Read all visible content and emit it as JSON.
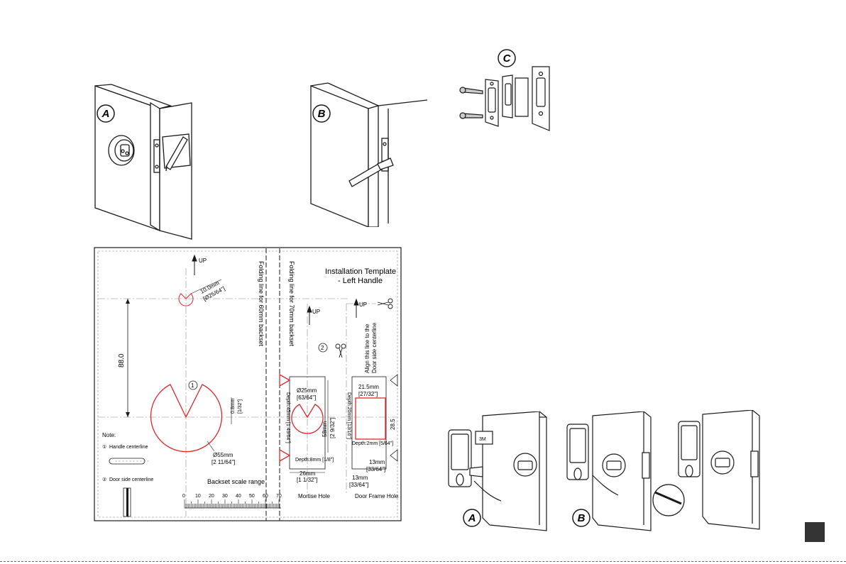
{
  "badges": {
    "a": "A",
    "b": "B",
    "c": "C",
    "a2": "A",
    "b2": "B"
  },
  "template": {
    "title_line1": "Installation Template",
    "title_line2": "- Left Handle",
    "up1": "UP",
    "up2": "UP",
    "up3": "UP",
    "fold60": "Folding line for 60mm backset",
    "fold70": "Folding line for 70mm backset",
    "align1": "Align this line to the",
    "align2": "Door side centerline",
    "dim_10mm": "10.0mm",
    "dim_10mm_in": "[Ø25/64\"]",
    "dim_88": "88.0",
    "dim_08mm": "0.8mm",
    "dim_08mm_in": "[1/32\"]",
    "dim_55mm": "Ø55mm",
    "dim_55mm_in": "[2 11/64\"]",
    "dim_25mm": "Ø25mm",
    "dim_25mm_in": "[63/64\"]",
    "depth_87": "Depth:8mm [1/8\"]",
    "depth_side_left": "Depth:45mm [1 49/64\"]",
    "dim_58mm": "58mm",
    "dim_58mm_in": "[2 9/32\"]",
    "depth_side_right": "Depth:20mm [13/16\"]",
    "dim_215": "21.5mm",
    "dim_215_in": "[27/32\"]",
    "dim_285": "28.5",
    "depth_2mm": "Depth:2mm [5/64\"]",
    "dim_26mm": "26mm",
    "dim_26mm_in": "[1 1/32\"]",
    "dim_13mm_a": "13mm",
    "dim_13mm_a_in": "[33/64\"]",
    "dim_13mm_b": "13mm",
    "dim_13mm_b_in": "[33/64\"]",
    "mortise": "Mortise Hole",
    "door_frame": "Door Frame Hole",
    "scale_label": "Backset scale range",
    "scale_ticks": [
      "0",
      "10",
      "20",
      "30",
      "40",
      "50",
      "60",
      "70"
    ],
    "note": "Note:",
    "note1_num": "①",
    "note1": "Handle centerline",
    "note2_num": "②",
    "note2": "Door side centerline",
    "marker1": "1",
    "marker2": "2"
  },
  "figure_a_label": "3M",
  "colors": {
    "red": "#e0262b",
    "line": "#1a1a1a",
    "gray": "#888888"
  }
}
